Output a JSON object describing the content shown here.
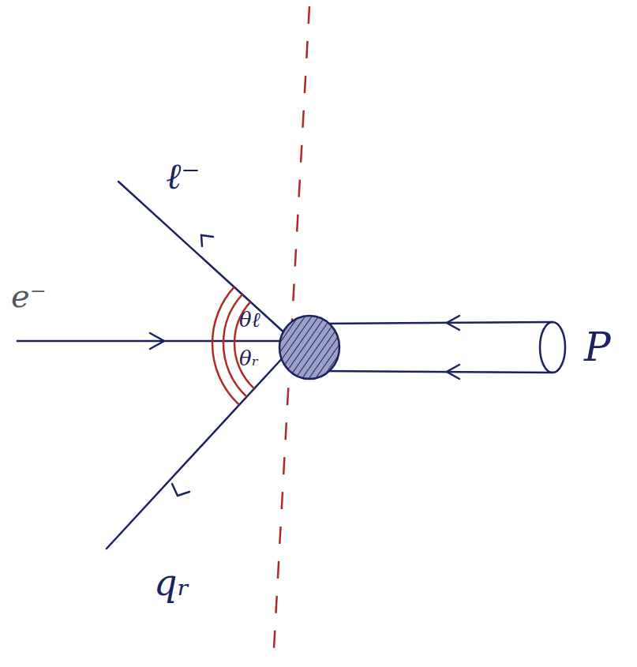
{
  "diagram": {
    "labels": [
      "e⁻",
      "ℓ⁻",
      "θℓ",
      "θᵣ",
      "qᵣ",
      "P"
    ]
  }
}
